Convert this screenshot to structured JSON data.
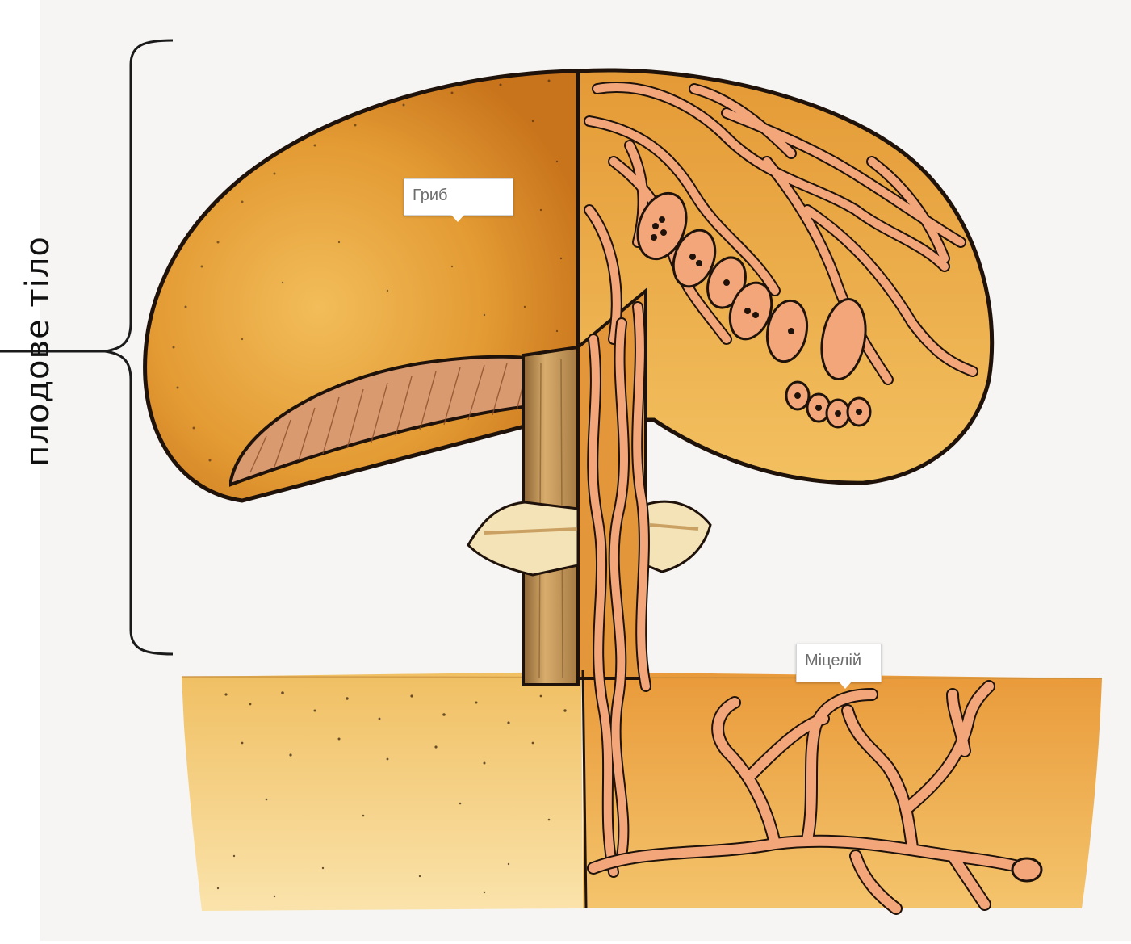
{
  "labels": {
    "fruit_body": "плодове тіло",
    "mushroom": "Гриб",
    "mycelium": "Міцелій"
  },
  "colors": {
    "cap_dark": "#c8741c",
    "cap_mid": "#e0972e",
    "cap_light": "#efb44c",
    "soil": "#f3c46a",
    "soil_light": "#f8dc98",
    "hyphae": "#f2a679",
    "outline": "#2b1a0e",
    "stem": "#c89a5a"
  }
}
